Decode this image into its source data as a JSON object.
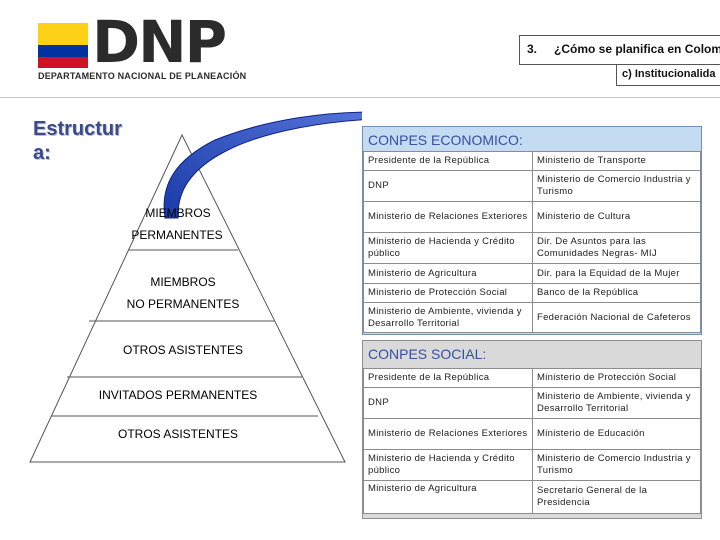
{
  "header": {
    "logo_text": "DNP",
    "logo_subtitle": "DEPARTAMENTO NACIONAL DE PLANEACIÓN",
    "flag_colors": [
      "#fcd116",
      "#0033a0",
      "#ce1126"
    ],
    "section_number": "3.",
    "section_title": "¿Cómo se planifica en Colom",
    "subsection": "c) Institucionalida"
  },
  "side_title": "Estructur a:",
  "pyramid": {
    "levels": [
      {
        "line1": "MIEMBROS",
        "line2": "PERMANENTES"
      },
      {
        "line1": "MIEMBROS",
        "line2": "NO PERMANENTES"
      },
      {
        "line1": "OTROS ASISTENTES"
      },
      {
        "line1": "INVITADOS PERMANENTES"
      },
      {
        "line1": "OTROS ASISTENTES"
      }
    ],
    "arrow_color": "#1f3fbf"
  },
  "conpes_economico": {
    "title": "CONPES ECONOMICO:",
    "rows": [
      [
        "Presidente de la República",
        "Ministerio de Transporte"
      ],
      [
        "DNP",
        "Ministerio de Comercio Industria y Turismo"
      ],
      [
        "Ministerio de Relaciones Exteriores",
        "Ministerio de Cultura"
      ],
      [
        "Ministerio de Hacienda y Crédito público",
        "Dir. De Asuntos para las Comunidades Negras- MIJ"
      ],
      [
        "Ministerio de Agricultura",
        "Dir. para la Equidad de la Mujer"
      ],
      [
        "Ministerio de Protección Social",
        "Banco de la República"
      ],
      [
        "Ministerio de Ambiente, vivienda y Desarrollo Territorial",
        "Federación Nacional de Cafeteros"
      ]
    ]
  },
  "conpes_social": {
    "title": "CONPES SOCIAL:",
    "rows": [
      [
        "Presidente de la República",
        "Ministerio de Protección Social"
      ],
      [
        "DNP",
        "Ministerio de Ambiente, vivienda y Desarrollo Territorial"
      ],
      [
        "Ministerio de Relaciones Exteriores",
        "Ministerio de Educación"
      ],
      [
        "Ministerio de Hacienda y Crédito público",
        "Ministerio de Comercio Industria y Turismo"
      ],
      [
        "Ministerio de Agricultura",
        "Secretario General de la Presidencia"
      ]
    ]
  }
}
